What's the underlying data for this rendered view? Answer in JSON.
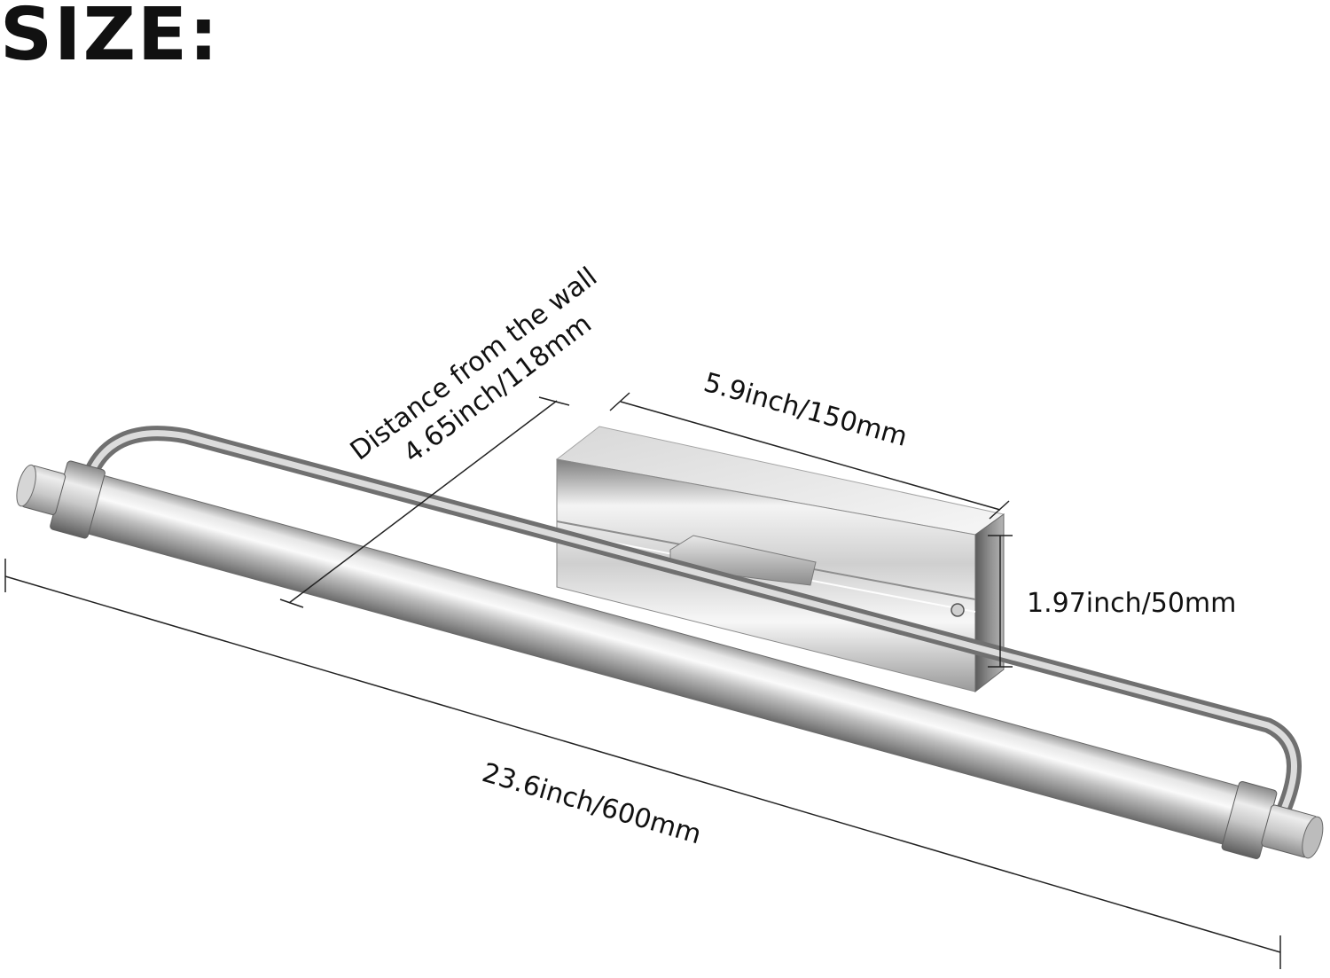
{
  "title": "SIZE:",
  "dimensions": {
    "wall_distance_label": "Distance from the wall",
    "wall_distance_value": "4.65inch/118mm",
    "base_width": "5.9inch/150mm",
    "base_height": "1.97inch/50mm",
    "length": "23.6inch/600mm"
  },
  "colors": {
    "metal_light": "#f2f2f2",
    "metal_mid": "#b8b8b8",
    "metal_dark": "#6e6e6e",
    "line": "#222222"
  }
}
